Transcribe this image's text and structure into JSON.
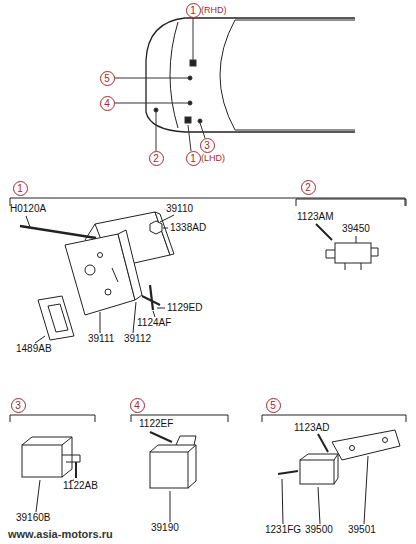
{
  "diagram": {
    "nodes": [
      {
        "text": [
          "1"
        ]
      },
      {
        "text": [
          "5"
        ]
      },
      {
        "text": [
          "4"
        ]
      },
      {
        "text": [
          "3"
        ]
      },
      {
        "text": [
          "2"
        ]
      },
      {
        "text": [
          "1"
        ]
      },
      {
        "text": [
          "1"
        ]
      },
      {
        "text": [
          "2"
        ]
      },
      {
        "text": [
          "3"
        ]
      },
      {
        "text": [
          "4"
        ]
      },
      {
        "text": [
          "5"
        ]
      }
    ],
    "labels": [
      "(RHD)",
      "(LHD)",
      "H0120A",
      "39110",
      "1338AD",
      "1129ED",
      "1124AF",
      "1489AB",
      "39111",
      "39112",
      "1123AM",
      "39450",
      "1122EF",
      "1123AD",
      "1122AB",
      "39160B",
      "39190",
      "1231FG",
      "39500",
      "39501",
      "www.asia-motors.ru"
    ]
  }
}
